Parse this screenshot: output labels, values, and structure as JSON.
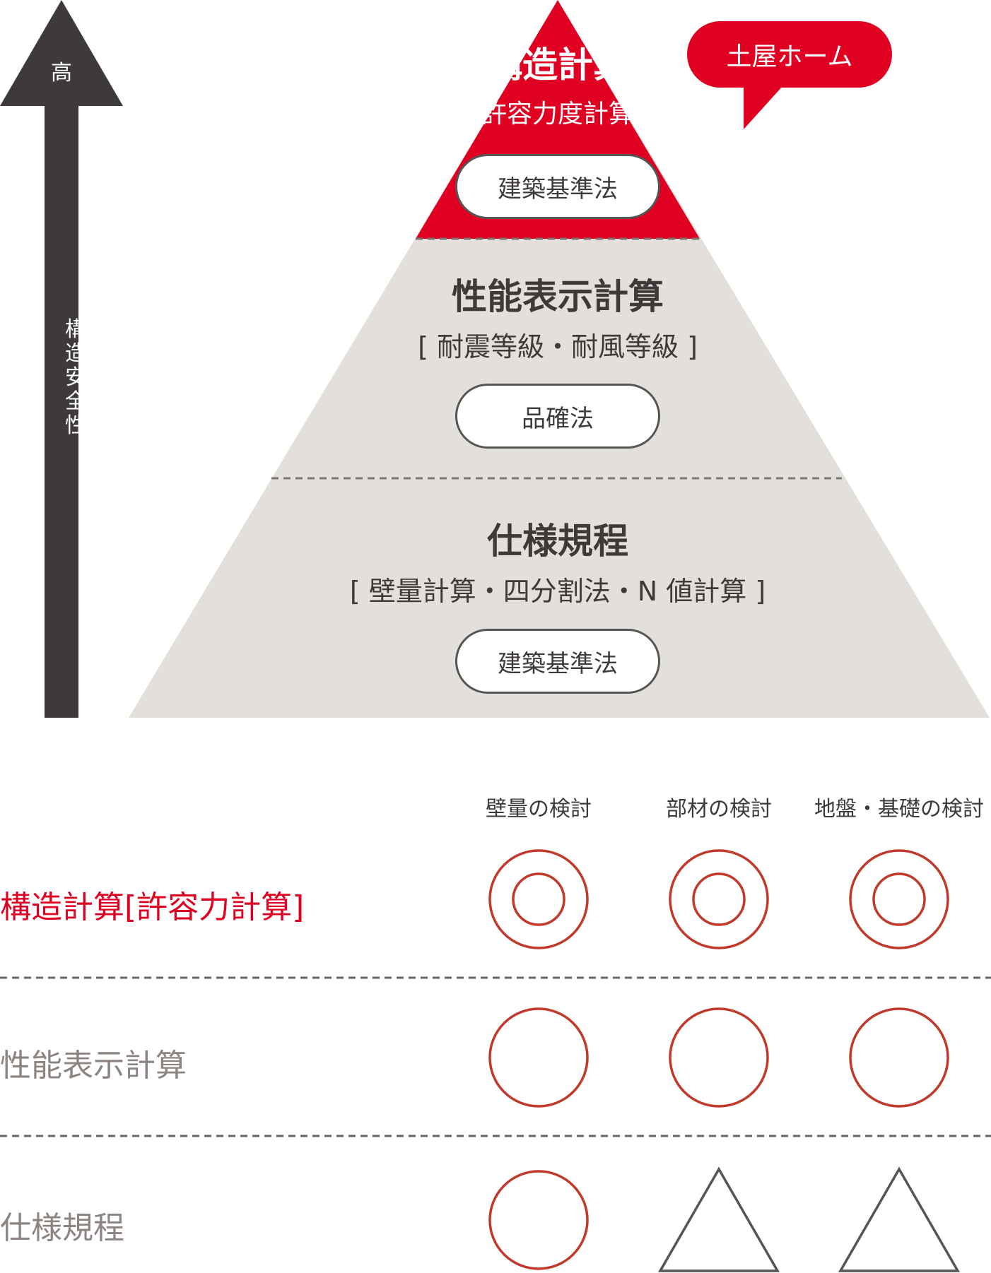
{
  "pyramid": {
    "top": {
      "title": "構造計算",
      "subtitle": "[ 許容力度計算 ]",
      "law": "建築基準法"
    },
    "middle": {
      "title": "性能表示計算",
      "subtitle": "[ 耐震等級・耐風等級 ]",
      "law": "品確法"
    },
    "bottom": {
      "title": "仕様規程",
      "subtitle": "[ 壁量計算・四分割法・N 値計算 ]",
      "law": "建築基準法"
    }
  },
  "bubble": {
    "label": "土屋ホーム"
  },
  "axis": {
    "high_label": "高",
    "label": "構造安全性"
  },
  "table": {
    "columns": [
      "壁量の検討",
      "部材の検討",
      "地盤・基礎の検討"
    ],
    "rows": [
      {
        "label": "構造計算[許容力計算]",
        "marks": [
          "double-circle",
          "double-circle",
          "double-circle"
        ]
      },
      {
        "label": "性能表示計算",
        "marks": [
          "circle",
          "circle",
          "circle"
        ]
      },
      {
        "label": "仕様規程",
        "marks": [
          "circle",
          "triangle",
          "triangle"
        ]
      }
    ]
  },
  "colors": {
    "accent_red": "#e00021",
    "pyramid_gray": "#e3e0dc",
    "arrow_dark": "#3e3a39",
    "mark_red": "#c0392b",
    "mark_gray": "#555555"
  }
}
